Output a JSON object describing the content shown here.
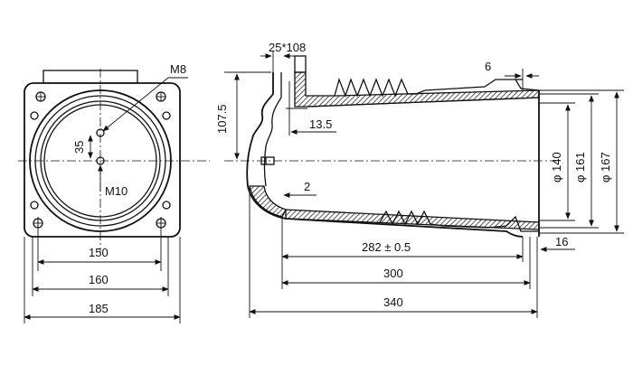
{
  "front_view": {
    "thread_top": "M8",
    "thread_center": "M10",
    "offset": "35",
    "width_inner": "150",
    "width_mid": "160",
    "width_outer": "185"
  },
  "side_view": {
    "top_collar": "25*108",
    "flange_height": "107.5",
    "wall_inset": "13.5",
    "wall_thickness": "2",
    "tip_length": "6",
    "dia_inner": "φ 140",
    "dia_mid": "φ 161",
    "dia_outer": "φ 167",
    "length_body": "282 ± 0.5",
    "length_mid": "300",
    "length_total": "340",
    "tip_offset": "16"
  }
}
